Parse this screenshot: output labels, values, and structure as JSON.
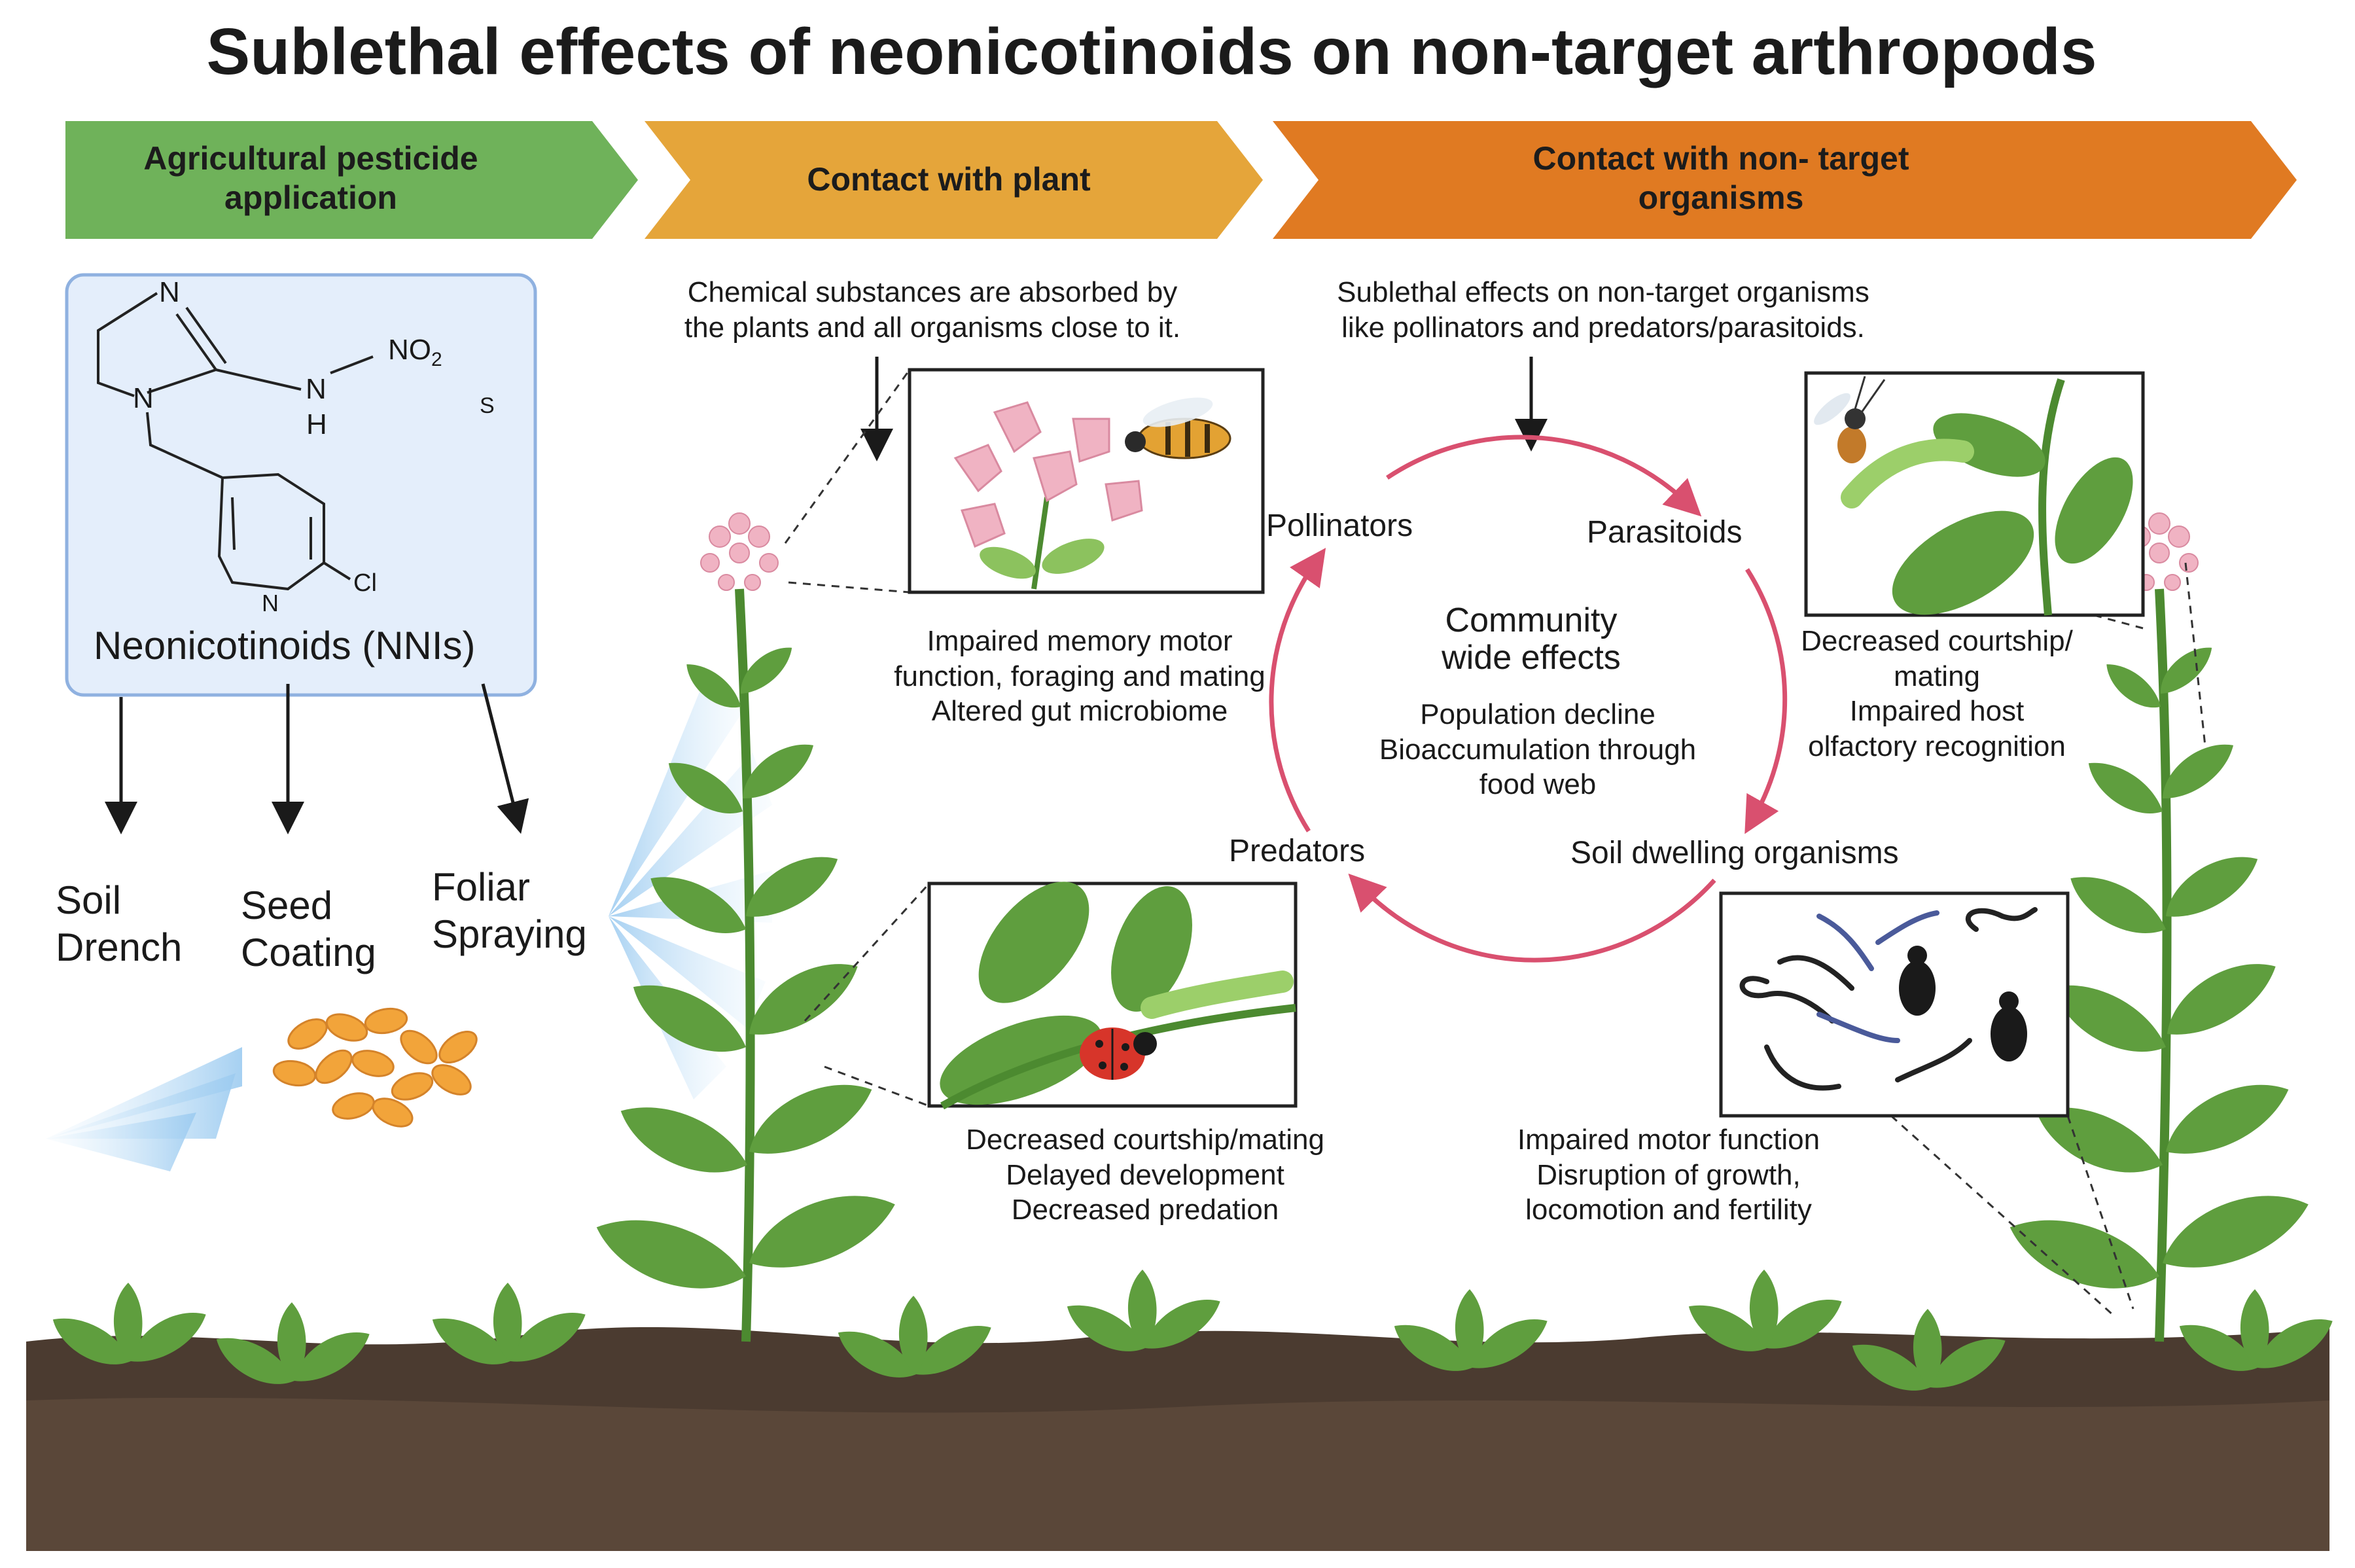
{
  "title": "Sublethal effects of neonicotinoids on non-target arthropods",
  "stages": [
    {
      "label": "Agricultural pesticide\napplication",
      "color": "#6fb25a"
    },
    {
      "label": "Contact with plant",
      "color": "#e5a53a"
    },
    {
      "label": "Contact with non- target\norganisms",
      "color": "#e07a22"
    }
  ],
  "molecule": {
    "name": "Neonicotinoids (NNIs)",
    "atoms": {
      "n1": "N",
      "n2": "N",
      "nh_n": "N",
      "nh_h": "H",
      "no2": "NO",
      "no2_sub": "2",
      "s": "S",
      "pyr_n": "N",
      "cl": "Cl"
    }
  },
  "methods": {
    "soil": "Soil\nDrench",
    "seed": "Seed\nCoating",
    "foliar": "Foliar\nSpraying"
  },
  "plant_note": "Chemical substances are absorbed by\nthe plants and all organisms close to it.",
  "organism_note": "Sublethal effects on non-target organisms\nlike pollinators and predators/parasitoids.",
  "cycle": {
    "pollinators": "Pollinators",
    "parasitoids": "Parasitoids",
    "predators": "Predators",
    "soil": "Soil dwelling organisms",
    "center_title": "Community\nwide effects",
    "center_text": "Population decline\nBioaccumulation through\nfood web",
    "arrow_color": "#d9506f"
  },
  "effects": {
    "pollinators": "Impaired memory motor\nfunction, foraging and mating\nAltered gut microbiome",
    "parasitoids": "Decreased courtship/\nmating\nImpaired host\nolfactory recognition",
    "predators": "Decreased courtship/mating\nDelayed development\nDecreased predation",
    "soil": "Impaired motor function\nDisruption of growth,\nlocomotion and fertility"
  },
  "colors": {
    "leaf": "#5f9e3e",
    "leaf_light": "#8cc25e",
    "stem": "#4c8a30",
    "flower": "#f0b3c3",
    "soil": "#4b3b30",
    "chem_box": "#e4eefb",
    "chem_border": "#8fb1e0"
  }
}
